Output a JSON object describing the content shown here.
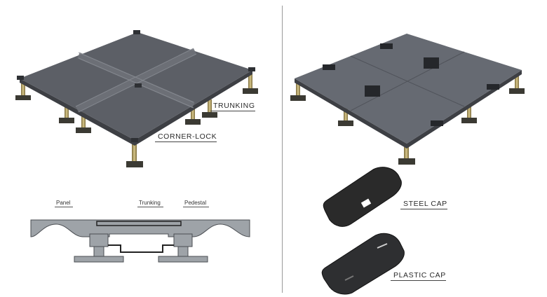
{
  "left_panel": {
    "labels": {
      "trunking": "TRUNKING",
      "corner_lock": "CORNER-LOCK"
    },
    "cross_section": {
      "panel": "Panel",
      "trunking": "Trunking",
      "pedestal": "Pedestal"
    }
  },
  "right_panel": {
    "labels": {
      "steel_cap": "STEEL CAP",
      "plastic_cap": "PLASTIC CAP"
    }
  },
  "colors": {
    "panel_top": "#5c5f66",
    "panel_side": "#3d3f44",
    "pedestal_metal": "#b8a46a",
    "section_fill": "#9ea3a8",
    "cap_black": "#2a2a2a"
  }
}
